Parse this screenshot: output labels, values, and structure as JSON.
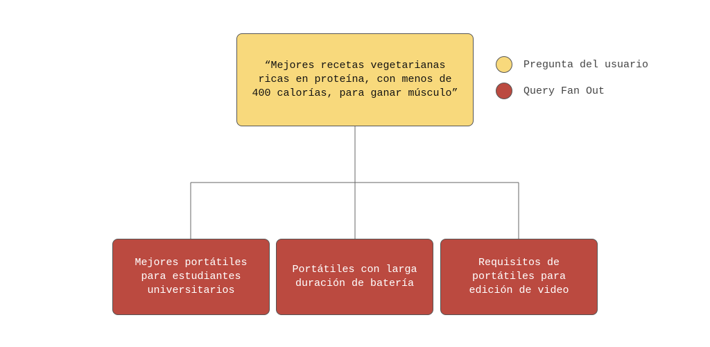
{
  "root": {
    "text": "“Mejores recetas vegetarianas ricas en proteína, con menos de 400 calorías, para ganar músculo”"
  },
  "children": [
    {
      "text": "Mejores portátiles para estudiantes universitarios"
    },
    {
      "text": "Portátiles con larga duración de batería"
    },
    {
      "text": "Requisitos de portátiles para edición de video"
    }
  ],
  "legend": [
    {
      "label": "Pregunta del usuario",
      "color": "#f8d97c"
    },
    {
      "label": "Query Fan Out",
      "color": "#bb4a40"
    }
  ]
}
